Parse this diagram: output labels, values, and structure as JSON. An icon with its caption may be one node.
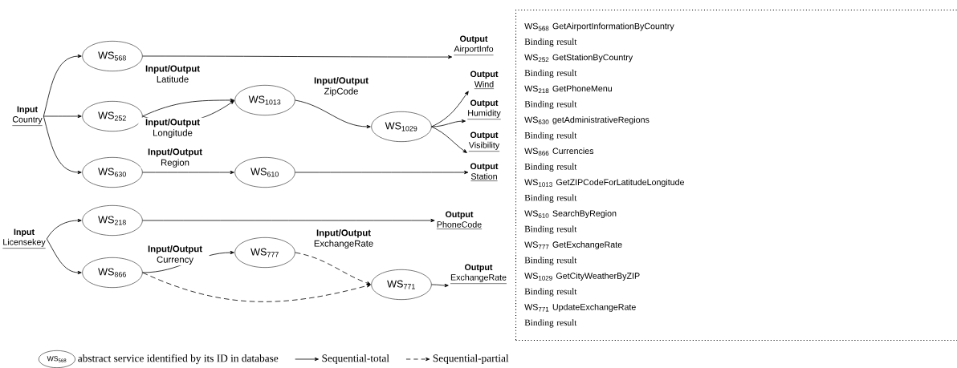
{
  "diagram": {
    "nodes": [
      {
        "text": [
          "Input",
          "Country"
        ]
      },
      {
        "text": [
          "WS$_{568}$"
        ]
      },
      {
        "text": [
          "WS$_{252}$"
        ]
      },
      {
        "text": [
          "WS$_{1013}$"
        ]
      },
      {
        "text": [
          "WS$_{1029}$"
        ]
      },
      {
        "text": [
          "WS$_{630}$"
        ]
      },
      {
        "text": [
          "WS$_{610}$"
        ]
      },
      {
        "text": [
          "Output",
          "AirportInfo"
        ]
      },
      {
        "text": [
          "Output",
          "Wind"
        ]
      },
      {
        "text": [
          "Output",
          "Humidity"
        ]
      },
      {
        "text": [
          "Output",
          "Visibility"
        ]
      },
      {
        "text": [
          "Output",
          "Station"
        ]
      },
      {
        "text": [
          "Input",
          "Licensekey"
        ]
      },
      {
        "text": [
          "WS$_{218}$"
        ]
      },
      {
        "text": [
          "WS$_{866}$"
        ]
      },
      {
        "text": [
          "WS$_{777}$"
        ]
      },
      {
        "text": [
          "WS$_{771}$"
        ]
      },
      {
        "text": [
          "Output",
          "PhoneCode"
        ]
      },
      {
        "text": [
          "Output",
          "ExchangeRate"
        ]
      },
      {
        "text": [
          "WS$_{568}$ GetAirportInformationByCountry",
          "Binding result",
          "WS$_{252}$ GetStationByCountry",
          "Binding result",
          "WS$_{218}$ GetPhoneMenu",
          "Binding result",
          "WS$_{630}$ getAdministrativeRegions",
          "Binding result",
          "WS$_{866}$ Currencies",
          "Binding result",
          "WS$_{1013}$ GetZIPCodeForLatitudeLongitude",
          "Binding result",
          "WS$_{610}$ SearchByRegion",
          "Binding result",
          "WS$_{777}$ GetExchangeRate",
          "Binding result",
          "WS$_{1029}$ GetCityWeatherByZIP",
          "Binding result",
          "WS$_{771}$ UpdateExchangeRate",
          "Binding result"
        ]
      }
    ],
    "edges": [
      {
        "from": 0,
        "to": 1,
        "arrow": "to"
      },
      {
        "from": 0,
        "to": 2,
        "arrow": "to"
      },
      {
        "from": 0,
        "to": 5,
        "arrow": "to"
      },
      {
        "from": 2,
        "to": 3,
        "arrow": "to",
        "label": "**Input/Output** Latitude"
      },
      {
        "from": 2,
        "to": 3,
        "arrow": "to",
        "label": "**Input/Output** Longitude"
      },
      {
        "from": 3,
        "to": 4,
        "arrow": "to",
        "label": "**Input/Output** ZipCode"
      },
      {
        "from": 1,
        "to": 7,
        "arrow": "to"
      },
      {
        "from": 4,
        "to": 8,
        "arrow": "to"
      },
      {
        "from": 4,
        "to": 9,
        "arrow": "to"
      },
      {
        "from": 4,
        "to": 10,
        "arrow": "to"
      },
      {
        "from": 5,
        "to": 6,
        "arrow": "to",
        "label": "**Input/Output** Region"
      },
      {
        "from": 6,
        "to": 11,
        "arrow": "to"
      },
      {
        "from": 12,
        "to": 13,
        "arrow": "to"
      },
      {
        "from": 12,
        "to": 14,
        "arrow": "to"
      },
      {
        "from": 13,
        "to": 17,
        "arrow": "to"
      },
      {
        "from": 14,
        "to": 15,
        "arrow": "to",
        "label": "**Input/Output** Currency"
      },
      {
        "from": 15,
        "to": 16,
        "arrow": "to",
        "style": "dashed",
        "label": "**Input/Output** ExchangeRate"
      },
      {
        "from": 14,
        "to": 16,
        "arrow": "to",
        "style": "dashed"
      },
      {
        "from": 16,
        "to": 18,
        "arrow": "to"
      }
    ],
    "labels": [
      "WS$_{568}$"
    ],
    "legend": [
      {
        "text": "abstract service identified by its ID in database"
      },
      {
        "text": "Sequential-total"
      },
      {
        "text": "Sequential-partial"
      }
    ]
  }
}
